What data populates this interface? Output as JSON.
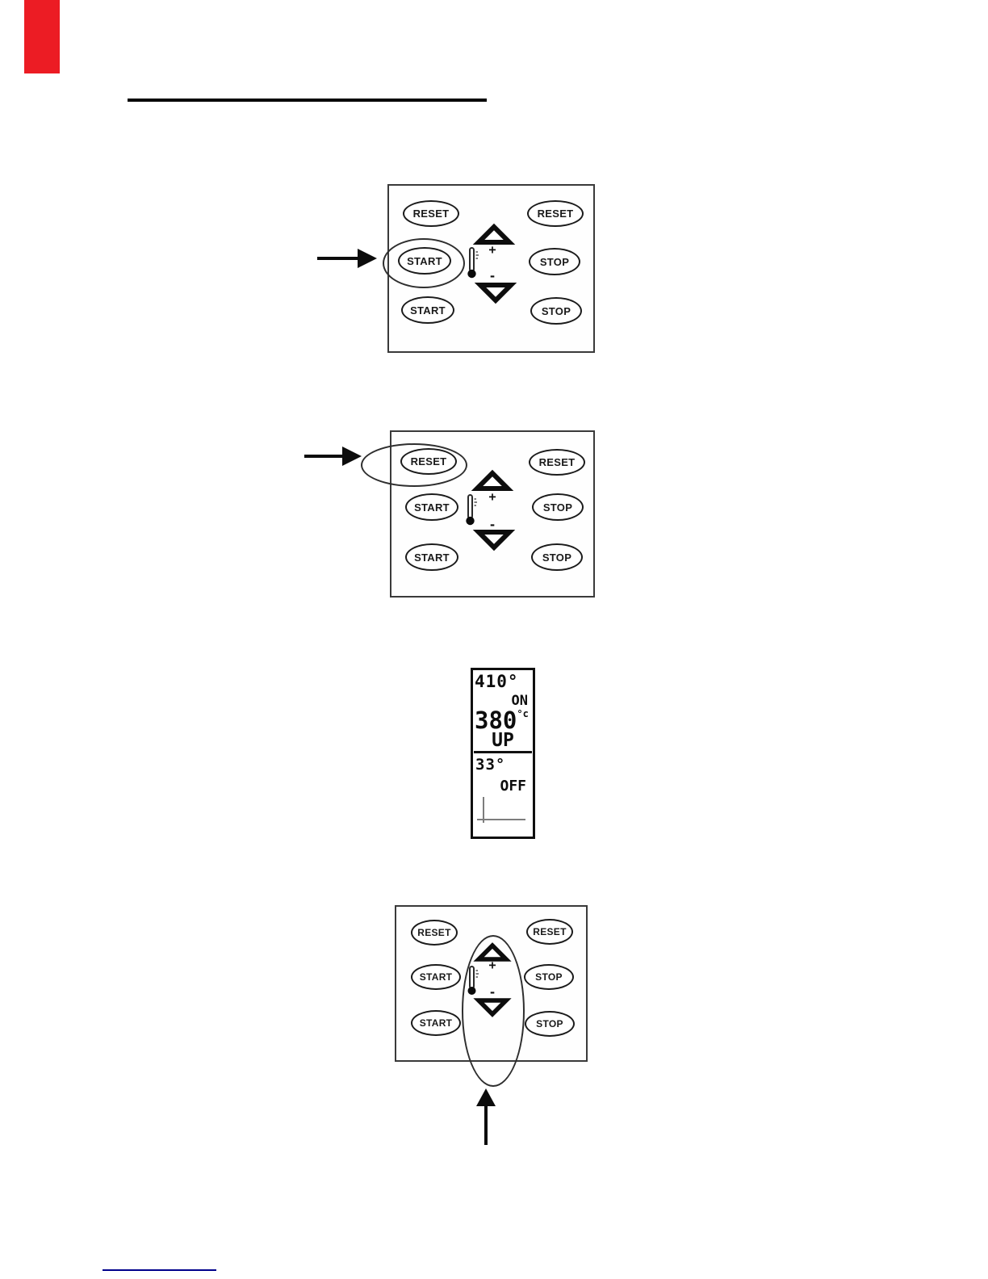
{
  "colors": {
    "ink": "#141414",
    "red_marker": "#ec1c24",
    "footer_rule": "#00008b",
    "axis_gray": "#7d7d7d"
  },
  "panels": [
    {
      "buttons": [
        {
          "label": "RESET"
        },
        {
          "label": "START"
        },
        {
          "label": "START"
        },
        {
          "label": "RESET"
        },
        {
          "label": "STOP"
        },
        {
          "label": "STOP"
        }
      ],
      "plus_label": "+",
      "minus_label": "-"
    },
    {
      "buttons": [
        {
          "label": "RESET"
        },
        {
          "label": "START"
        },
        {
          "label": "START"
        },
        {
          "label": "RESET"
        },
        {
          "label": "STOP"
        },
        {
          "label": "STOP"
        }
      ],
      "plus_label": "+",
      "minus_label": "-"
    },
    {
      "buttons": [
        {
          "label": "RESET"
        },
        {
          "label": "START"
        },
        {
          "label": "START"
        },
        {
          "label": "RESET"
        },
        {
          "label": "STOP"
        },
        {
          "label": "STOP"
        }
      ],
      "plus_label": "+",
      "minus_label": "-"
    }
  ],
  "display": {
    "top_value": "410°",
    "on_label": "ON",
    "main_value": "380",
    "main_unit": "°c",
    "direction_label": "UP",
    "bottom_value": "33°",
    "off_label": "OFF"
  }
}
